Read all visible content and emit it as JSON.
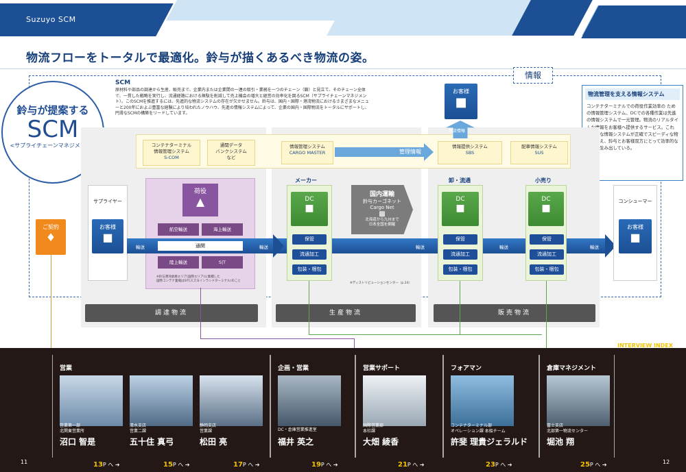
{
  "header": {
    "label": "Suzuyo SCM"
  },
  "headline": "物流フローをトータルで最適化。鈴与が描くあるべき物流の姿。",
  "badge": {
    "line1": "鈴与が提案する",
    "line2": "SCM",
    "line3": "<サプライチェーンマネジメント>"
  },
  "scm": {
    "title": "SCM",
    "text": "原材料や部品の調達から生産、販売まで、企業内または企業間の一連の取引・業務を一つのチェーン（鎖）と見立て、そのチェーン全体で、一貫した戦略を実行し、流通経路における無駄を削減して売上機会の増大と経営の効率化を図るSCM（サプライチェーンマネジメント）。このSCMを推進するには、先進的な物流システムの存在が欠かせません。鈴与は、国内・国際・港湾物流におけるさまざまなメニューと200年におよぶ豊富な経験により培われたノウハウ、先進の情報システムによって、企業の国内・国際物流をトータルにサポートし、円滑なSCMの構築をリードしています。"
  },
  "info_tag": "情報",
  "sidebox": {
    "title": "物流管理を支える情報システム",
    "body": "コンテナターミナルでの荷役作業効率の ための情報管理システム、DCでの各種作業は先進の情報システムで一元管理。物流のリアルタイムな情報をお客様へ提供するサービス。これら様々な情報システムが正確でスピーディな物流を支え、鈴与とお客様双方にとって効率的な環境を生み出している。"
  },
  "systems": {
    "s1a": "コンテナターミナル",
    "s1b": "情報管理システム",
    "s1c": "S-COM",
    "s2a": "通関データ",
    "s2b": "バンクシステム",
    "s2c": "など",
    "s3a": "情報管理システム",
    "s3b": "CARGO MASTER",
    "mgmt": "管理情報",
    "s4a": "情報提供システム",
    "s4b": "SBS",
    "s5a": "配車情報システム",
    "s5b": "SUS",
    "logistics_info": "物流情報"
  },
  "nodes": {
    "supplier": "サプライヤー",
    "customer": "お客様",
    "maker": "メーカー",
    "wholesale": "卸・流通",
    "retail": "小売り",
    "consumer": "コンシューマー",
    "contract": "ご契約",
    "dc": "DC",
    "cargo": "荷役",
    "air": "航空輸送",
    "sea": "海上輸送",
    "customs": "通関",
    "land": "陸上輸送",
    "sit": "S|T",
    "purple_note": "※鈴与港湾倉庫エリア(国際エリア)に集積した\n国際コンテナ置場はSIT(スズヨインランドターミナル)のこと",
    "domestic_title": "国内運輸",
    "domestic_sub": "鈴与カーゴネット",
    "domestic_sub2": "Cargo Net",
    "domestic_note": "北海道から九州まで\n日本全国を網羅",
    "storage": "保管",
    "processing": "流通加工",
    "packing": "包装・梱包",
    "dc_note": "※ディストリビューションセンター（p.24）",
    "transport": "輸送"
  },
  "sections": {
    "procurement": "調達物流",
    "production": "生産物流",
    "sales": "販売物流"
  },
  "index_label": "INTERVIEW INDEX",
  "interviews": [
    {
      "role": "営業",
      "people": [
        {
          "dept": "営業第一部\n北関東営業所",
          "name": "沼口 智是"
        },
        {
          "dept": "清水支店\n営業二課",
          "name": "五十住 真弓"
        },
        {
          "dept": "静岡支店\n営業課",
          "name": "松田 亮"
        }
      ]
    },
    {
      "role": "企画・営業",
      "people": [
        {
          "dept": "DC・倉庫営業推進室",
          "name": "福井 英之"
        }
      ]
    },
    {
      "role": "営業サポート",
      "people": [
        {
          "dept": "国際営業部\n本社課",
          "name": "大畑 綾香"
        }
      ]
    },
    {
      "role": "フォアマン",
      "people": [
        {
          "dept": "コンテナターミナル部\nオペレーション課 本船チーム",
          "name": "許斐 理貴ジェラルド"
        }
      ]
    },
    {
      "role": "倉庫マネジメント",
      "people": [
        {
          "dept": "富士支店\n北部第一物流センター",
          "name": "堀池 翔"
        }
      ]
    }
  ],
  "pages": [
    "13",
    "15",
    "17",
    "19",
    "21",
    "23",
    "25"
  ],
  "page_suffix": "P へ ➔",
  "folio": {
    "left": "11",
    "right": "12"
  }
}
